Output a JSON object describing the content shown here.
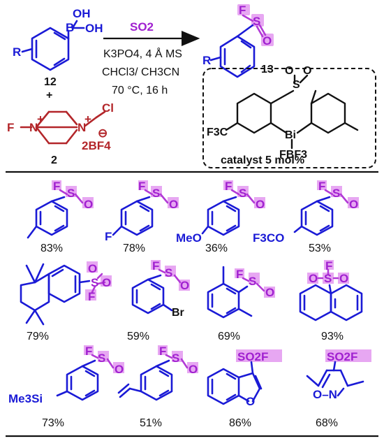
{
  "reaction": {
    "sm_label": "12",
    "plus": "+",
    "reagent_label": "2",
    "product_label": "13",
    "reagent_above_arrow": "SO2",
    "conditions": [
      "K3PO4, 4 Å MS",
      "CHCl3/ CH3CN",
      "70 °C, 16 h"
    ],
    "catalyst_caption": "catalyst 5 mol%",
    "atoms": {
      "R": "R",
      "B": "B",
      "OH1": "OH",
      "OH2": "OH",
      "F": "F",
      "S": "S",
      "O": "O",
      "N": "N",
      "Cl": "Cl",
      "BF4": "2BF4",
      "Bi": "Bi",
      "FBF3": "FBF3",
      "F3C": "F3C",
      "plus_sign": "+",
      "minus_sign": "⊖"
    }
  },
  "products": [
    {
      "id": "p1",
      "yield": "83%"
    },
    {
      "id": "p2",
      "yield": "78%",
      "sub": "F"
    },
    {
      "id": "p3",
      "yield": "36%",
      "sub": "MeO"
    },
    {
      "id": "p4",
      "yield": "53%",
      "sub": "F3CO"
    },
    {
      "id": "p5",
      "yield": "79%"
    },
    {
      "id": "p6",
      "yield": "59%",
      "sub": "Br"
    },
    {
      "id": "p7",
      "yield": "69%"
    },
    {
      "id": "p8",
      "yield": "93%"
    },
    {
      "id": "p9",
      "yield": "73%",
      "sub": "Me3Si"
    },
    {
      "id": "p10",
      "yield": "51%"
    },
    {
      "id": "p11",
      "yield": "86%",
      "sub": "SO2F",
      "het": "O"
    },
    {
      "id": "p12",
      "yield": "68%",
      "sub": "SO2F",
      "het": "O–N"
    }
  ],
  "colors": {
    "structure": "#1a1ad6",
    "sulfonyl": "#a020d0",
    "highlight": "#e7a7f2",
    "reagent": "#b3262a"
  }
}
